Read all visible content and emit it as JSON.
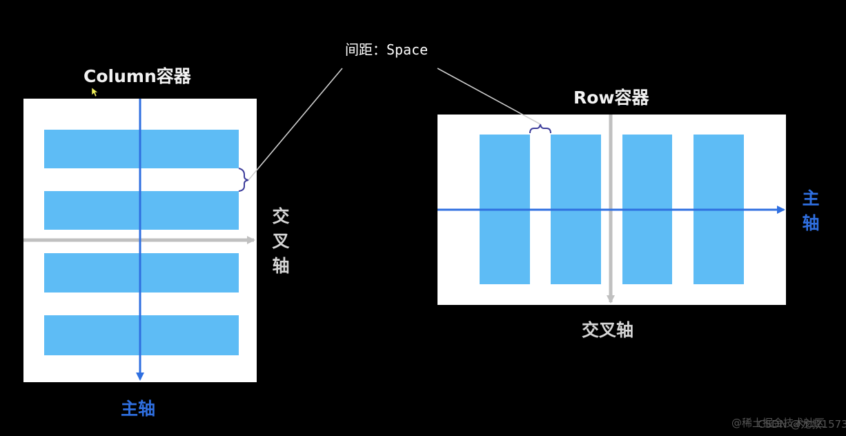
{
  "colors": {
    "background": "#000000",
    "panel": "#ffffff",
    "item": "#5ebcf5",
    "main_axis": "#2f6fe0",
    "cross_axis": "#c0c0c0",
    "spacing_brace": "#3b3b9a",
    "connector_line": "#cfcfcf"
  },
  "space_label": "间距：Space",
  "column": {
    "title": "Column容器",
    "cross_axis_label": "交叉轴",
    "main_axis_label": "主轴",
    "item_count": 4
  },
  "row": {
    "title": "Row容器",
    "cross_axis_label": "交叉轴",
    "main_axis_label": "主轴",
    "item_count": 4
  },
  "watermark": {
    "back": "@稀土掘金技术社区",
    "front": "CSDN @龙叔1573"
  },
  "icons": {
    "cursor": "mouse-cursor-icon"
  }
}
